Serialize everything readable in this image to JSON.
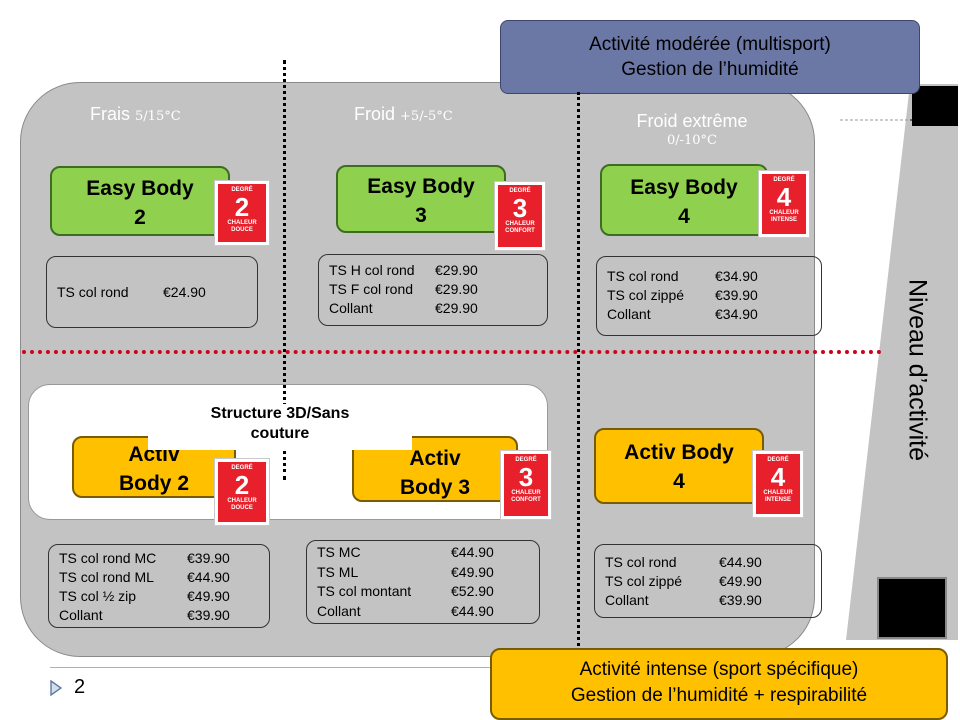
{
  "top_banner": {
    "line1": "Activité modérée (multisport)",
    "line2": "Gestion de l’humidité"
  },
  "bottom_banner": {
    "line1": "Activité intense (sport spécifique)",
    "line2": "Gestion de l’humidité + respirabilité"
  },
  "side_label": "Niveau d’activité",
  "columns": [
    {
      "title": "Frais",
      "range": "5/15°C"
    },
    {
      "title": "Froid",
      "range": "+5/-5°C"
    },
    {
      "title": "Froid extrême",
      "range": "0/-10°C"
    }
  ],
  "structure_label": {
    "line1": "Structure 3D/Sans",
    "line2": "couture"
  },
  "page_number": "2",
  "badges": {
    "header": "DEGRÉ",
    "b2": {
      "num": "2",
      "l1": "CHALEUR",
      "l2": "DOUCE"
    },
    "b3": {
      "num": "3",
      "l1": "CHALEUR",
      "l2": "CONFORT"
    },
    "b4": {
      "num": "4",
      "l1": "CHALEUR",
      "l2": "INTENSE"
    }
  },
  "easy": [
    {
      "l1": "Easy Body",
      "l2": "2",
      "prices": [
        {
          "name": "TS col rond",
          "price": "€24.90"
        }
      ]
    },
    {
      "l1": "Easy Body",
      "l2": "3",
      "prices": [
        {
          "name": "TS H col rond",
          "price": "€29.90"
        },
        {
          "name": "TS F col rond",
          "price": "€29.90"
        },
        {
          "name": "Collant",
          "price": "€29.90"
        }
      ]
    },
    {
      "l1": "Easy Body",
      "l2": "4",
      "prices": [
        {
          "name": "TS  col rond",
          "price": "€34.90"
        },
        {
          "name": "TS  col zippé",
          "price": "€39.90"
        },
        {
          "name": "Collant",
          "price": "€34.90"
        }
      ]
    }
  ],
  "activ": [
    {
      "l1": "Activ",
      "l2": "Body 2",
      "prices": [
        {
          "name": "TS  col rond MC",
          "price": "€39.90"
        },
        {
          "name": "TS col rond ML",
          "price": "€44.90"
        },
        {
          "name": "TS col ½ zip",
          "price": "€49.90"
        },
        {
          "name": "Collant",
          "price": "€39.90"
        }
      ]
    },
    {
      "l1": "Activ",
      "l2": "Body 3",
      "prices": [
        {
          "name": "TS  MC",
          "price": "€44.90"
        },
        {
          "name": "TS  ML",
          "price": "€49.90"
        },
        {
          "name": "TS  col montant",
          "price": "€52.90"
        },
        {
          "name": "Collant",
          "price": "€44.90"
        }
      ]
    },
    {
      "l1": "Activ Body",
      "l2": "4",
      "prices": [
        {
          "name": "TS col rond",
          "price": "€44.90"
        },
        {
          "name": "TS  col zippé",
          "price": "€49.90"
        },
        {
          "name": "Collant",
          "price": "€39.90"
        }
      ]
    }
  ],
  "colors": {
    "easy": "#8fd14f",
    "activ": "#ffc000",
    "banner_top": "#6b78a6",
    "badge": "#e8202c",
    "panel": "#c3c3c3",
    "divider": "#d0021b"
  }
}
